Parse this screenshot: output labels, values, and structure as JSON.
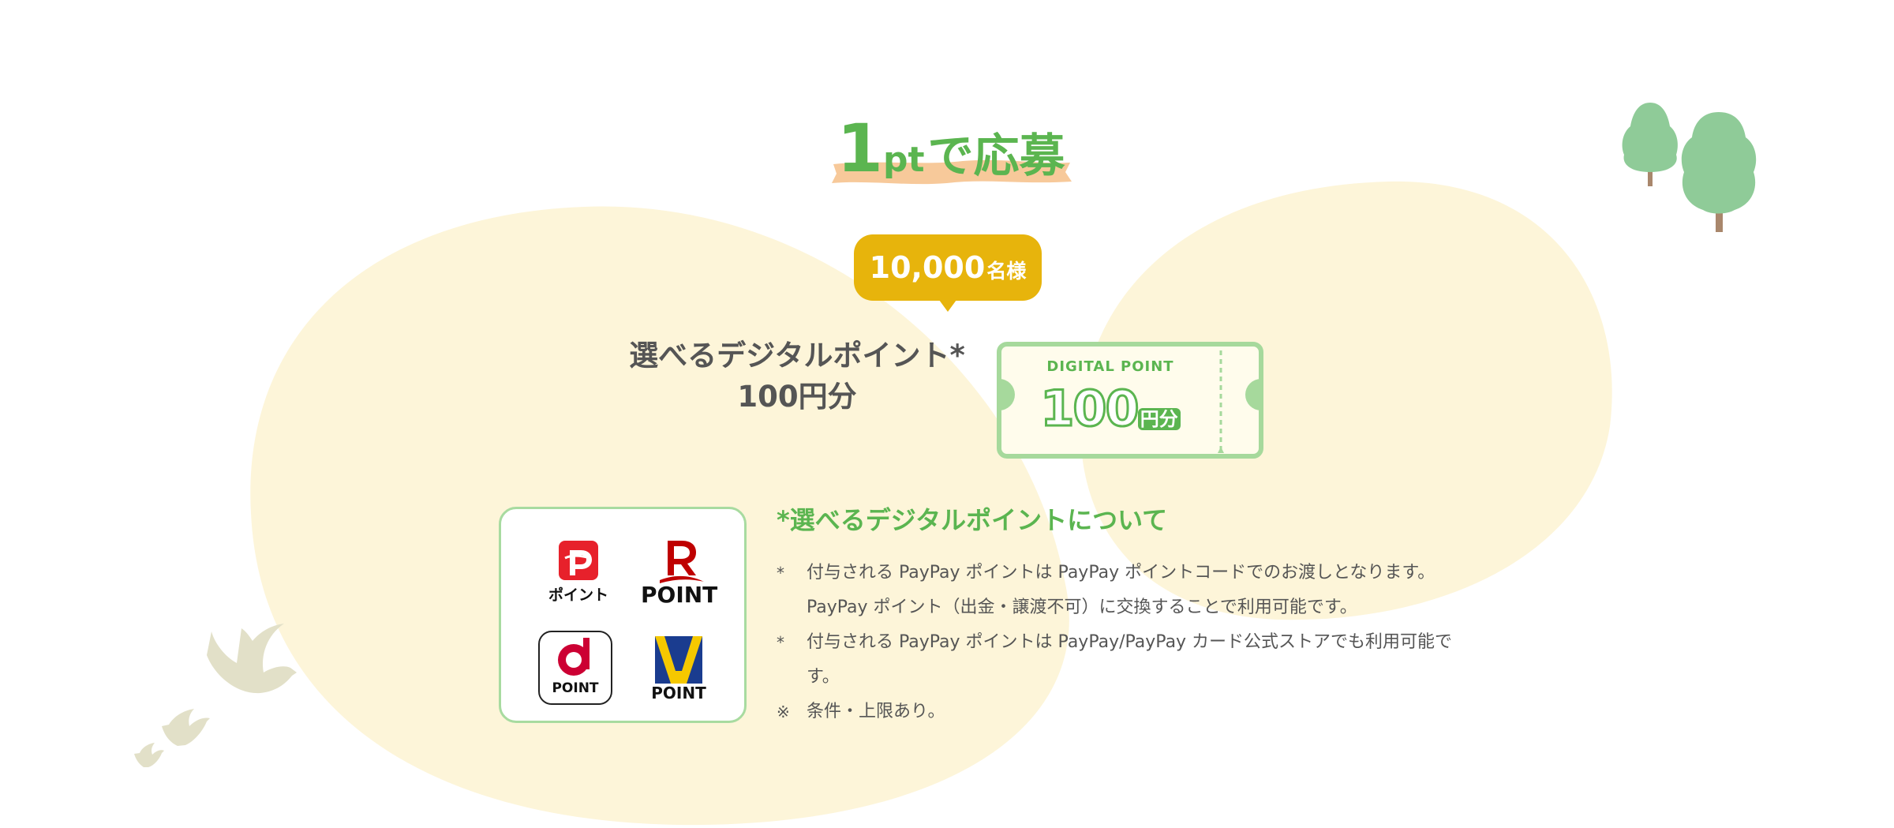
{
  "title": {
    "number": "1",
    "unit": "pt",
    "text": "で応募"
  },
  "badge": {
    "count": "10,000",
    "unit": "名様"
  },
  "prize": {
    "line1": "選べるデジタルポイント*",
    "line2": "100円分"
  },
  "ticket": {
    "label": "DIGITAL POINT",
    "amount": "100",
    "unit": "円分"
  },
  "logos": {
    "paypay_caption": "ポイント",
    "rakuten_caption": "POINT",
    "d_caption": "POINT",
    "v_caption": "POINT"
  },
  "notes": {
    "title": "*選べるデジタルポイントについて",
    "items": [
      {
        "mark": "*",
        "text": "付与される PayPay ポイントは PayPay ポイントコードでのお渡しとなります。PayPay ポイント（出金・譲渡不可）に交換することで利用可能です。"
      },
      {
        "mark": "*",
        "text": "付与される PayPay ポイントは PayPay/PayPay カード公式ストアでも利用可能です。"
      },
      {
        "mark": "※",
        "text": "条件・上限あり。"
      }
    ]
  },
  "colors": {
    "accent_green": "#5bb550",
    "badge_yellow": "#e7b40c",
    "blob_cream": "#fdf5d9",
    "tree_green": "#8fcb98",
    "text_gray": "#555555"
  }
}
